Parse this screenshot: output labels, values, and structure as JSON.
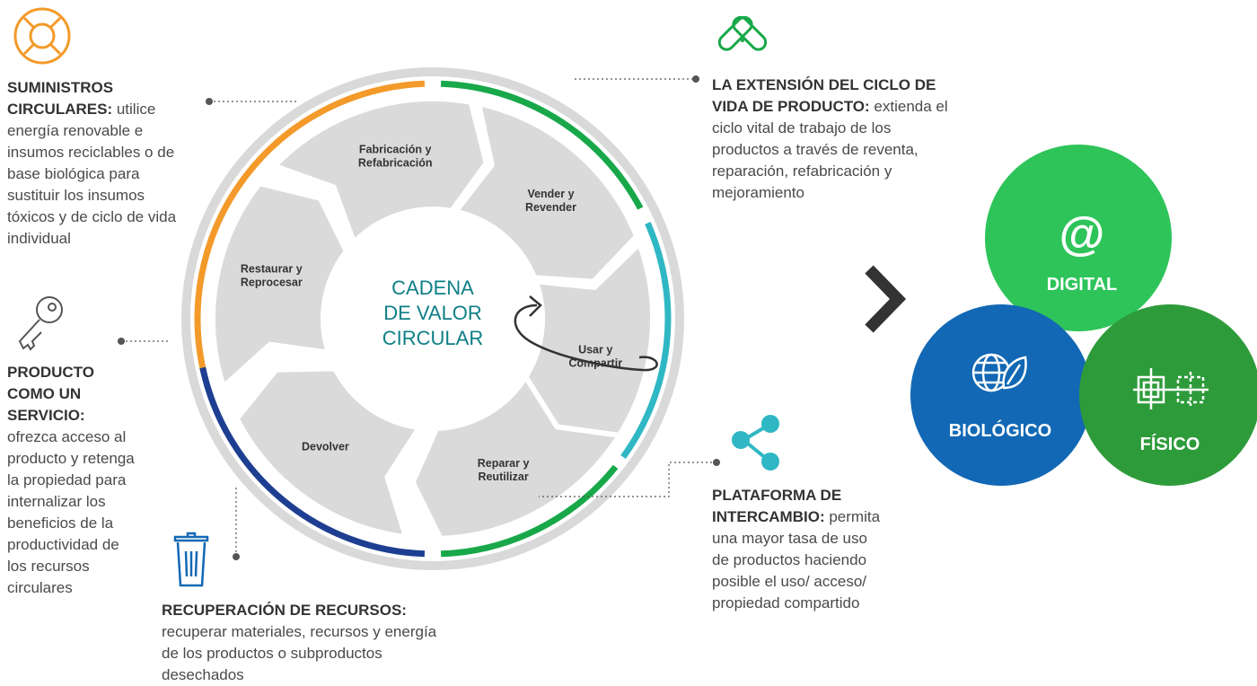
{
  "center_title": [
    "CADENA",
    "DE VALOR",
    "CIRCULAR"
  ],
  "cycle_segments": [
    [
      "Fabricación y",
      "Refabricación"
    ],
    [
      "Vender y",
      "Revender"
    ],
    [
      "Usar y",
      "Compartir"
    ],
    [
      "Reparar y",
      "Reutilizar"
    ],
    [
      "Devolver"
    ],
    [
      "Restaurar y",
      "Reprocesar"
    ]
  ],
  "blocks": {
    "suministros": {
      "title": "SUMINISTROS CIRCULARES:",
      "body": "utilice energía renovable e insumos reciclables o de base biológica para sustituir los insumos tóxicos y de ciclo de vida individual",
      "icon": "lifebuoy-icon",
      "color": "#f39a2a"
    },
    "producto": {
      "title": "PRODUCTO COMO UN SERVICIO:",
      "body": "ofrezca acceso al producto y retenga la propiedad para internalizar los beneficios de la productividad de los recursos circulares",
      "icon": "key-icon",
      "color": "#1e3f91"
    },
    "recuperacion": {
      "title": "RECUPERACIÓN DE RECURSOS:",
      "body": "recuperar materiales, recursos y energía de los productos o subproductos desechados",
      "icon": "trash-bin-icon",
      "color": "#1e3f91"
    },
    "extension": {
      "title": "LA EXTENSIÓN DEL CICLO DE VIDA DE PRODUCTO:",
      "body": "extienda el ciclo vital de trabajo de los productos a través de reventa, reparación, refabricación y mejoramiento",
      "icon": "bandage-icon",
      "color": "#18a84a"
    },
    "plataforma": {
      "title": "PLATAFORMA DE INTERCAMBIO:",
      "body": "permita una mayor tasa de uso de productos haciendo posible el uso/ acceso/ propiedad compartido",
      "icon": "share-icon",
      "color": "#2fb7c4"
    }
  },
  "circles": [
    {
      "label": "DIGITAL",
      "symbol": "@",
      "color": "#2ec45a"
    },
    {
      "label": "BIOLÓGICO",
      "icon": "globe-leaf-icon",
      "color": "#1268b4"
    },
    {
      "label": "FÍSICO",
      "icon": "frame-icon",
      "color": "#2e9b3a"
    }
  ],
  "colors": {
    "orange": "#f39a2a",
    "green": "#18a84a",
    "teal": "#2fb7c4",
    "navy": "#1e3f91",
    "segment_fill": "#dadada",
    "gray_ring": "#d9d9d9",
    "center_text": "#0e7f86",
    "chevron": "#333333"
  }
}
